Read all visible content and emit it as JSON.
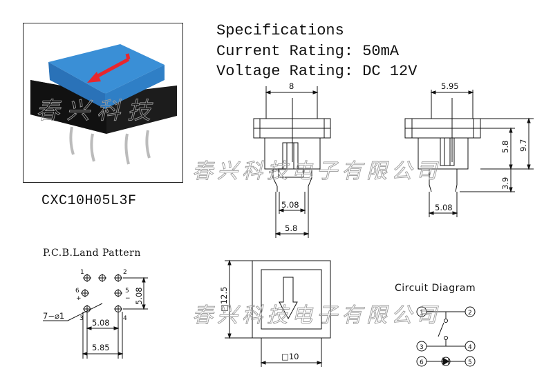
{
  "product": {
    "model": "CXC10H05L3F",
    "cap_color": "#3a8fd6",
    "arrow_color": "#e8262d",
    "body_color": "#1c1c1c"
  },
  "specs": {
    "title": "Specifications",
    "current": "Current Rating: 50mA",
    "voltage": "Voltage Rating: DC 12V"
  },
  "watermark": {
    "photo": "春兴科技",
    "drawing": "春兴科技电子有限公司"
  },
  "front_view": {
    "width": "8",
    "pin_pitch": "5.08",
    "base_width": "5.8"
  },
  "side_view": {
    "width": "5.95",
    "total_height": "9.7",
    "body_height": "5.8",
    "pin_length": "3.9",
    "pin_pitch": "5.08"
  },
  "pcb": {
    "title": "P.C.B.Land Pattern",
    "hole_spec": "7−⌀1",
    "pitch_x": "5.08",
    "pitch_y": "5.08",
    "span": "5.85",
    "pins": [
      "1",
      "2",
      "3",
      "4",
      "5",
      "6"
    ],
    "polarity_plus": "+",
    "polarity_minus": "−"
  },
  "top_view": {
    "outer": "□12.5",
    "inner": "□10"
  },
  "circuit": {
    "title": "Circuit Diagram",
    "pins": [
      "1",
      "2",
      "3",
      "4",
      "5",
      "6"
    ]
  }
}
